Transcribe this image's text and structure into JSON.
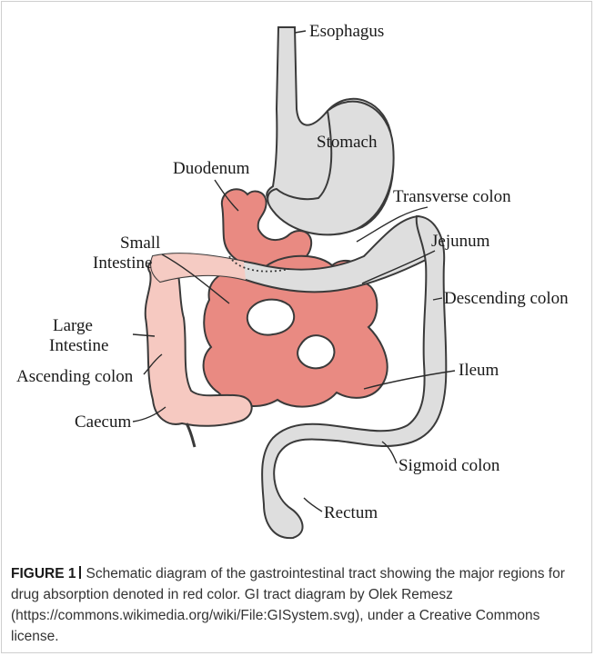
{
  "diagram": {
    "colors": {
      "gray_organ": "#dedede",
      "gray_stroke": "#3a3a3a",
      "red_organ": "#e98a82",
      "light_red_organ": "#f6c9c1",
      "label_text": "#1a1a1a",
      "leader_line": "#2b2b2b"
    },
    "labels": {
      "esophagus": "Esophagus",
      "stomach": "Stomach",
      "duodenum": "Duodenum",
      "transverse_colon": "Transverse colon",
      "small_intestine_line1": "Small",
      "small_intestine_line2": "Intestine",
      "jejunum": "Jejunum",
      "descending_colon": "Descending colon",
      "large_intestine_line1": "Large",
      "large_intestine_line2": "Intestine",
      "ascending_colon": "Ascending colon",
      "ileum": "Ileum",
      "caecum": "Caecum",
      "sigmoid_colon": "Sigmoid colon",
      "rectum": "Rectum"
    }
  },
  "caption": {
    "figure_label": "FIGURE 1",
    "text": "Schematic diagram of the gastrointestinal tract showing the major regions for drug absorption denoted in red color. GI tract diagram by Olek Remesz (https://commons.wikimedia.org/wiki/File:GISystem.svg), under a Creative Commons license."
  }
}
